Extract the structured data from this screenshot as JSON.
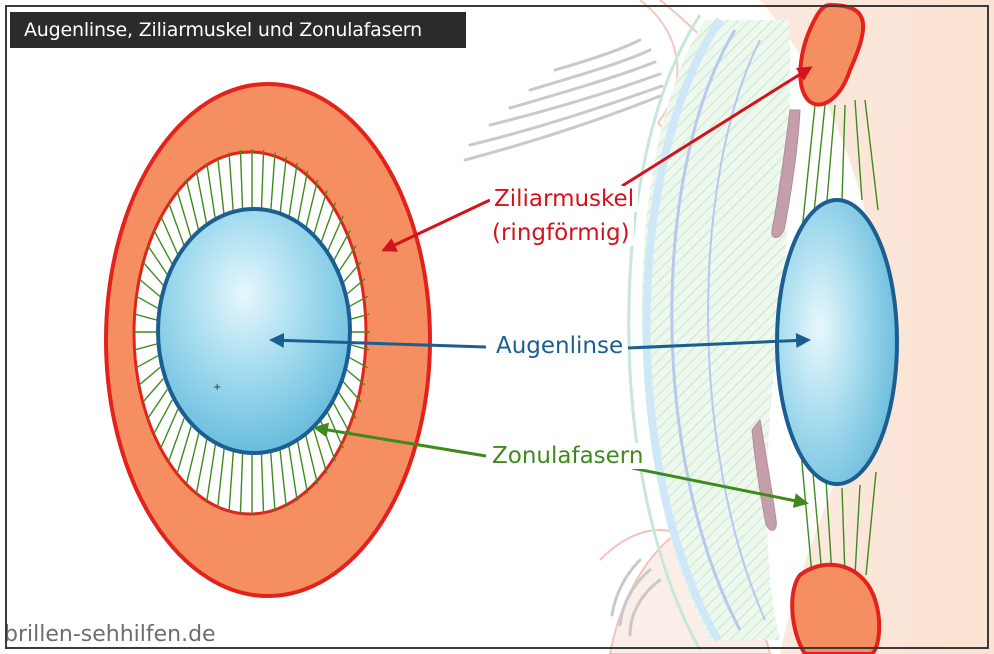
{
  "title": "Augenlinse, Ziliarmuskel und Zonulafasern",
  "watermark": "brillen-sehhilfen.de",
  "labels": {
    "ziliarmuskel_line1": "Ziliarmuskel",
    "ziliarmuskel_line2": "(ringförmig)",
    "augenlinse": "Augenlinse",
    "zonulafasern": "Zonulafasern"
  },
  "colors": {
    "muscle_fill": "#f58f62",
    "muscle_stroke": "#e3231b",
    "lens_stroke": "#1a5e92",
    "lens_fill": "#8fd3ea",
    "fiber": "#3d8c1e",
    "label_red": "#d4121b",
    "label_blue": "#1b5e91",
    "label_green": "#3f8a1c"
  }
}
